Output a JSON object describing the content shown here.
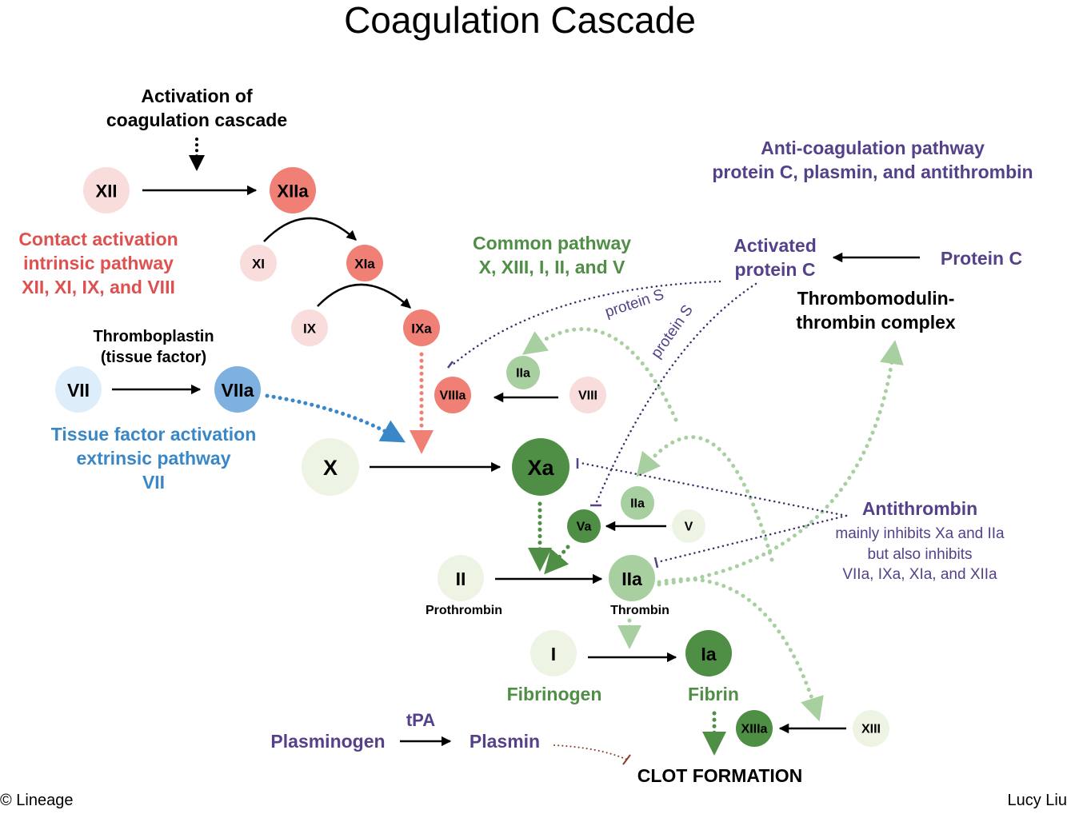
{
  "title": "Coagulation Cascade",
  "colors": {
    "intrinsic": "#e05050",
    "extrinsic": "#3a87c8",
    "common": "#4f8f45",
    "anticoag": "#55418a",
    "pale_red": "#f9dcdc",
    "mid_red": "#f08076",
    "pale_blue": "#ddeefa",
    "mid_blue": "#7eb0e0",
    "pale_green": "#eef4e4",
    "light_green": "#a8cfa0",
    "dark_green": "#4f8f45"
  },
  "labels": {
    "activation": [
      "Activation of",
      "coagulation cascade"
    ],
    "intrinsic": [
      "Contact activation",
      "intrinsic pathway",
      "XII, XI, IX, and VIII"
    ],
    "thromboplastin": [
      "Thromboplastin",
      "(tissue factor)"
    ],
    "extrinsic": [
      "Tissue factor activation",
      "extrinsic pathway",
      "VII"
    ],
    "common": [
      "Common pathway",
      "X, XIII, I, II, and V"
    ],
    "anticoag": [
      "Anti-coagulation pathway",
      "protein C, plasmin, and antithrombin"
    ],
    "activated_protein_c": [
      "Activated",
      "protein C"
    ],
    "protein_c": "Protein C",
    "thrombomodulin": [
      "Thrombomodulin-",
      "thrombin complex"
    ],
    "protein_s_1": "protein S",
    "protein_s_2": "protein S",
    "antithrombin": "Antithrombin",
    "antithrombin_desc": [
      "mainly inhibits Xa and IIa",
      "but also inhibits",
      "VIIa, IXa, XIa, and XIIa"
    ],
    "prothrombin": "Prothrombin",
    "thrombin": "Thrombin",
    "fibrinogen": "Fibrinogen",
    "fibrin": "Fibrin",
    "plasminogen": "Plasminogen",
    "tpa": "tPA",
    "plasmin": "Plasmin",
    "clot": "CLOT FORMATION",
    "copyright": "© Lineage",
    "author": "Lucy Liu"
  },
  "nodes": {
    "XII": "XII",
    "XIIa": "XIIa",
    "XI": "XI",
    "XIa": "XIa",
    "IX": "IX",
    "IXa": "IXa",
    "VII": "VII",
    "VIIa": "VIIa",
    "VIII": "VIII",
    "VIIIa": "VIIIa",
    "IIa_viii": "IIa",
    "X": "X",
    "Xa": "Xa",
    "V": "V",
    "Va": "Va",
    "IIa_v": "IIa",
    "II": "II",
    "IIa": "IIa",
    "I": "I",
    "Ia": "Ia",
    "XIII": "XIII",
    "XIIIa": "XIIIa"
  }
}
